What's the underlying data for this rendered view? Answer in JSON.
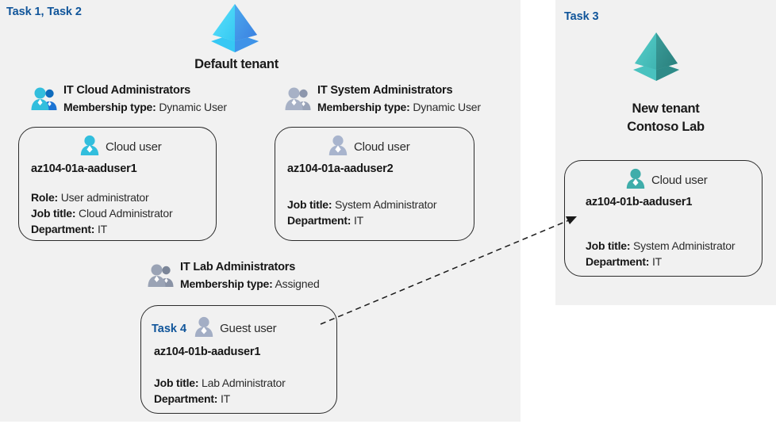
{
  "colors": {
    "panel_bg": "#f1f1f1",
    "page_bg": "#ffffff",
    "task_label": "#10559a",
    "card_border": "#2b2b2b",
    "tenant_blue_light": "#50e6ff",
    "tenant_blue_dark": "#3b8cea",
    "tenant_teal_light": "#4fc8c4",
    "tenant_teal_dark": "#2f8f8c",
    "user_blue": "#32bedd",
    "user_gray": "#9aa5bd",
    "user_teal": "#3fadaa",
    "text": "#1a1a1a"
  },
  "left_panel": {
    "task_tag": "Task 1, Task 2",
    "tenant": {
      "icon": "azure-tenant-icon",
      "label": "Default tenant"
    },
    "groups": [
      {
        "icon": "group-users-icon",
        "name": "IT Cloud Administrators",
        "meta_label": "Membership type:",
        "meta_value": "Dynamic User",
        "tone": "blue",
        "card": {
          "user_icon": "cloud-user-icon",
          "user_kind": "Cloud user",
          "upn": "az104-01a-aaduser1",
          "props": [
            {
              "label": "Role:",
              "value": "User administrator"
            },
            {
              "label": "Job title:",
              "value": "Cloud Administrator"
            },
            {
              "label": "Department:",
              "value": "IT"
            }
          ]
        }
      },
      {
        "icon": "group-users-icon",
        "name": "IT System Administrators",
        "meta_label": "Membership type:",
        "meta_value": "Dynamic User",
        "tone": "gray",
        "card": {
          "user_icon": "cloud-user-icon",
          "user_kind": "Cloud user",
          "upn": "az104-01a-aaduser2",
          "props": [
            {
              "label": "Job title:",
              "value": "System Administrator"
            },
            {
              "label": "Department:",
              "value": "IT"
            }
          ]
        }
      },
      {
        "icon": "group-users-icon",
        "name": "IT Lab Administrators",
        "meta_label": "Membership type:",
        "meta_value": "Assigned",
        "tone": "gray",
        "card": {
          "task_inline": "Task 4",
          "user_icon": "guest-user-icon",
          "user_kind": "Guest user",
          "upn": "az104-01b-aaduser1",
          "props": [
            {
              "label": "Job title:",
              "value": "Lab Administrator"
            },
            {
              "label": "Department:",
              "value": "IT"
            }
          ]
        }
      }
    ]
  },
  "right_panel": {
    "task_tag": "Task 3",
    "tenant": {
      "icon": "azure-tenant-icon",
      "label_line1": "New  tenant",
      "label_line2": "Contoso Lab"
    },
    "card": {
      "user_icon": "cloud-user-icon",
      "user_kind": "Cloud user",
      "upn": "az104-01b-aaduser1",
      "props": [
        {
          "label": "Job title:",
          "value": "System Administrator"
        },
        {
          "label": "Department:",
          "value": "IT"
        }
      ]
    }
  },
  "connector": {
    "name": "guest-invite-arrow",
    "style": "dashed-arrow",
    "from": "az104-01b-aaduser1 (guest user card, left panel)",
    "to": "az104-01b-aaduser1 (cloud user card, new tenant)"
  }
}
